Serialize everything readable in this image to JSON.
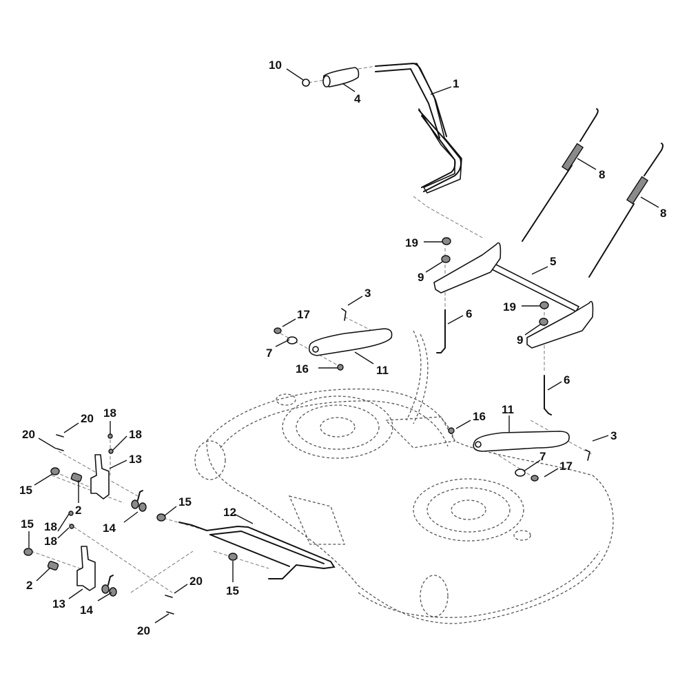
{
  "diagram": {
    "title": "Mower deck lift linkage exploded parts diagram",
    "callouts": [
      {
        "id": "c1",
        "label": "1",
        "part": "lift handle"
      },
      {
        "id": "c2a",
        "label": "2",
        "part": "bushing"
      },
      {
        "id": "c2b",
        "label": "2",
        "part": "bushing"
      },
      {
        "id": "c3a",
        "label": "3",
        "part": "clip"
      },
      {
        "id": "c3b",
        "label": "3",
        "part": "clip"
      },
      {
        "id": "c4",
        "label": "4",
        "part": "handle grip"
      },
      {
        "id": "c5",
        "label": "5",
        "part": "lift shaft"
      },
      {
        "id": "c6a",
        "label": "6",
        "part": "lift rod"
      },
      {
        "id": "c6b",
        "label": "6",
        "part": "lift rod"
      },
      {
        "id": "c7a",
        "label": "7",
        "part": "washer"
      },
      {
        "id": "c7b",
        "label": "7",
        "part": "washer"
      },
      {
        "id": "c8a",
        "label": "8",
        "part": "spring"
      },
      {
        "id": "c8b",
        "label": "8",
        "part": "spring"
      },
      {
        "id": "c9a",
        "label": "9",
        "part": "nut"
      },
      {
        "id": "c9b",
        "label": "9",
        "part": "nut"
      },
      {
        "id": "c10",
        "label": "10",
        "part": "cap"
      },
      {
        "id": "c11a",
        "label": "11",
        "part": "lift arm"
      },
      {
        "id": "c11b",
        "label": "11",
        "part": "lift arm"
      },
      {
        "id": "c12",
        "label": "12",
        "part": "front hanger rod"
      },
      {
        "id": "c13a",
        "label": "13",
        "part": "bracket"
      },
      {
        "id": "c13b",
        "label": "13",
        "part": "bracket"
      },
      {
        "id": "c14a",
        "label": "14",
        "part": "roller"
      },
      {
        "id": "c14b",
        "label": "14",
        "part": "roller"
      },
      {
        "id": "c15a",
        "label": "15",
        "part": "nut"
      },
      {
        "id": "c15b",
        "label": "15",
        "part": "nut"
      },
      {
        "id": "c15c",
        "label": "15",
        "part": "nut"
      },
      {
        "id": "c15d",
        "label": "15",
        "part": "nut"
      },
      {
        "id": "c16a",
        "label": "16",
        "part": "bolt"
      },
      {
        "id": "c16b",
        "label": "16",
        "part": "bolt"
      },
      {
        "id": "c17a",
        "label": "17",
        "part": "nut"
      },
      {
        "id": "c17b",
        "label": "17",
        "part": "nut"
      },
      {
        "id": "c18a",
        "label": "18",
        "part": "nut"
      },
      {
        "id": "c18b",
        "label": "18",
        "part": "nut"
      },
      {
        "id": "c18c",
        "label": "18",
        "part": "nut"
      },
      {
        "id": "c18d",
        "label": "18",
        "part": "nut"
      },
      {
        "id": "c19a",
        "label": "19",
        "part": "nut"
      },
      {
        "id": "c19b",
        "label": "19",
        "part": "nut"
      },
      {
        "id": "c20a",
        "label": "20",
        "part": "bolt"
      },
      {
        "id": "c20b",
        "label": "20",
        "part": "bolt"
      },
      {
        "id": "c20c",
        "label": "20",
        "part": "bolt"
      },
      {
        "id": "c20d",
        "label": "20",
        "part": "bolt"
      }
    ]
  }
}
